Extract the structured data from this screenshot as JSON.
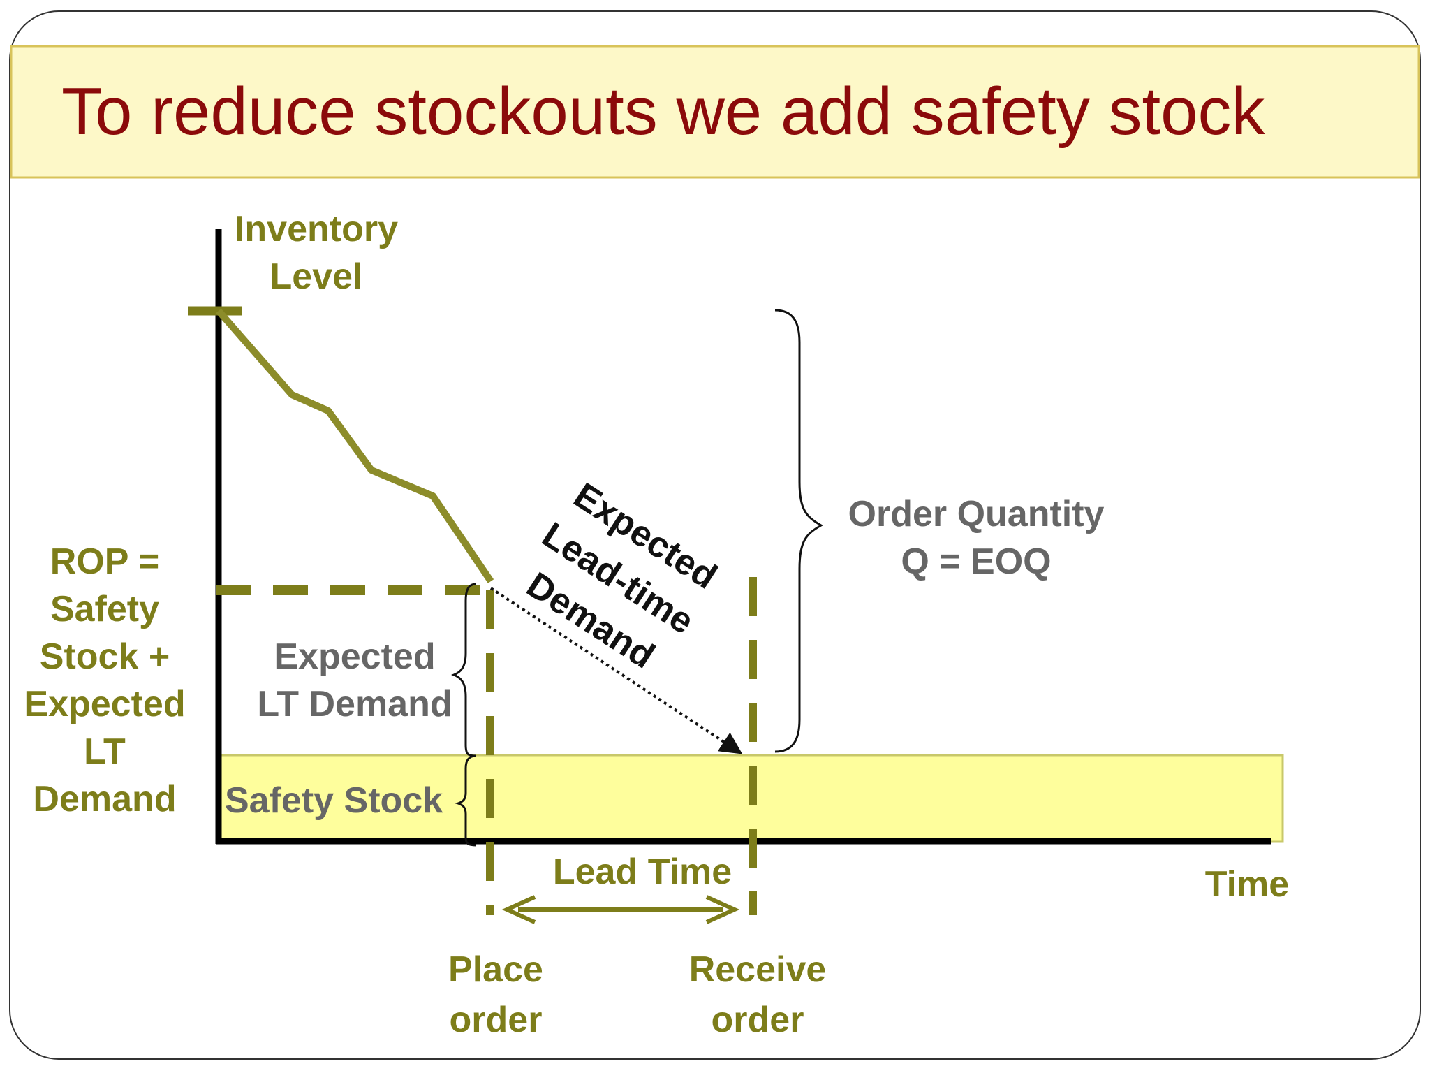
{
  "slide": {
    "title": "To reduce stockouts we add safety stock"
  },
  "axes": {
    "y_label": [
      "Inventory",
      "Level"
    ],
    "x_label": "Time"
  },
  "labels": {
    "rop": [
      "ROP =",
      "Safety",
      "Stock +",
      "Expected",
      "LT",
      "Demand"
    ],
    "expected_lt_demand": [
      "Expected",
      "LT Demand"
    ],
    "safety_stock": "Safety Stock",
    "order_quantity": [
      "Order Quantity",
      "Q = EOQ"
    ],
    "expected_leadtime_demand": [
      "Expected",
      "Lead-time",
      "Demand"
    ],
    "lead_time": "Lead Time",
    "place_order": [
      "Place",
      "order"
    ],
    "receive_order": [
      "Receive",
      "order"
    ]
  },
  "colors": {
    "title": "#8b0a0a",
    "header_band": "#fdf8c8",
    "olive": "#7d7d1a",
    "inventory_line": "#8c8c2a",
    "safety_stock_fill": "#fefe9c",
    "grey_text": "#666666"
  }
}
